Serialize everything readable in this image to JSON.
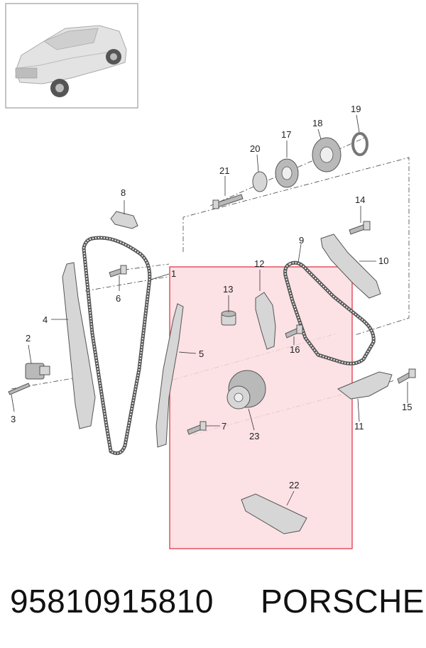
{
  "callouts": [
    "1",
    "2",
    "3",
    "4",
    "5",
    "6",
    "7",
    "8",
    "9",
    "10",
    "11",
    "12",
    "13",
    "14",
    "15",
    "16",
    "17",
    "18",
    "19",
    "20",
    "21",
    "22",
    "23"
  ],
  "colors": {
    "highlight_fill": "#fcdce0",
    "highlight_border": "#e03a4a"
  },
  "footer": {
    "part_number": "95810915810",
    "brand": "PORSCHE"
  }
}
